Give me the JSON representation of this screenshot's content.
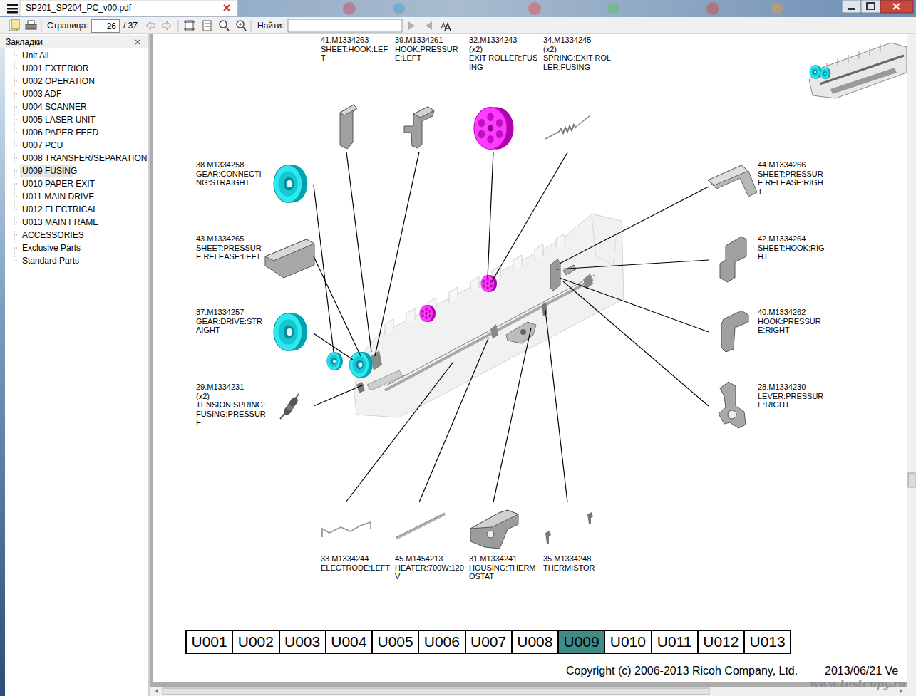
{
  "diagram": {
    "nodes": [
      {
        "text": [
          "26"
        ]
      },
      {
        "text": [
          "U001"
        ]
      },
      {
        "text": [
          "U002"
        ]
      },
      {
        "text": [
          "U003"
        ]
      },
      {
        "text": [
          "U004"
        ]
      },
      {
        "text": [
          "U005"
        ]
      },
      {
        "text": [
          "U006"
        ]
      },
      {
        "text": [
          "U007"
        ]
      },
      {
        "text": [
          "U008"
        ]
      },
      {
        "text": [
          "U009"
        ]
      },
      {
        "text": [
          "U010"
        ]
      },
      {
        "text": [
          "U011"
        ]
      },
      {
        "text": [
          "U012"
        ]
      },
      {
        "text": [
          "U013"
        ]
      }
    ],
    "labels": [
      "SP201_SP204_PC_v00.pdf",
      "Страница:",
      "/ 37",
      "Найти:",
      "Закладки",
      "Unit All",
      "U001 EXTERIOR",
      "U002 OPERATION",
      "U003 ADF",
      "U004 SCANNER",
      "U005 LASER UNIT",
      "U006 PAPER FEED",
      "U007 PCU",
      "U008 TRANSFER/SEPARATION",
      "U009 FUSING",
      "U010 PAPER EXIT",
      "U011 MAIN DRIVE",
      "U012 ELECTRICAL",
      "U013 MAIN FRAME",
      "ACCESSORIES",
      "Exclusive Parts",
      "Standard Parts",
      "41.M1334263",
      "SHEET:HOOK:LEFT",
      "39.M1334261",
      "HOOK:PRESSURE:LEFT",
      "32.M1334243",
      "(x2)",
      "EXIT ROLLER:FUSING",
      "34.M1334245",
      "(x2)",
      "SPRING:EXIT ROLLER:FUSING",
      "38.M1334258",
      "GEAR:CONNECTING:STRAIGHT",
      "44.M1334266",
      "SHEET:PRESSURE RELEASE:RIGHT",
      "43.M1334265",
      "SHEET:PRESSURE RELEASE:LEFT",
      "42.M1334264",
      "SHEET:HOOK:RIGHT",
      "37.M1334257",
      "GEAR:DRIVE:STRAIGHT",
      "40.M1334262",
      "HOOK:PRESSURE:RIGHT",
      "29.M1334231",
      "(x2)",
      "TENSION SPRING:FUSING:PRESSURE",
      "28.M1334230",
      "LEVER:PRESSURE:RIGHT",
      "33.M1334244",
      "ELECTRODE:LEFT",
      "45.M1454213",
      "HEATER:700W:120V",
      "31.M1334241",
      "HOUSING:THERMOSTAT",
      "35.M1334248",
      "THERMISTOR",
      "Copyright (c) 2006-2013 Ricoh Company, Ltd.",
      "2013/06/21 Ve",
      "www.testcopy.ru"
    ]
  }
}
